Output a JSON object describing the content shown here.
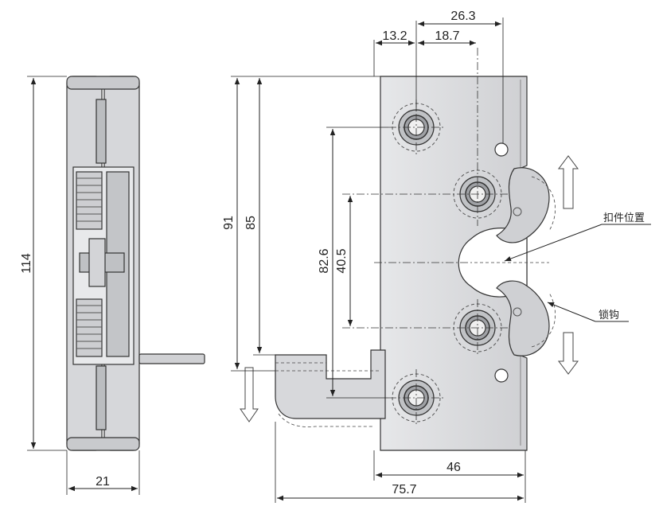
{
  "side_view": {
    "height_label": "114",
    "width_label": "21"
  },
  "front_view": {
    "top_dims": {
      "overall_offset": "26.3",
      "left_offset": "13.2",
      "middle_offset": "18.7"
    },
    "left_dims": {
      "height_91": "91",
      "height_85": "85",
      "height_82_6": "82.6",
      "height_40_5": "40.5"
    },
    "bottom_dims": {
      "plate_width": "46",
      "overall_width": "75.7"
    },
    "callouts": {
      "striker_position": "扣件位置",
      "hook": "锁钩"
    }
  },
  "colors": {
    "part_fill": "#d9dadc",
    "part_shade": "#b8babd",
    "line": "#222222"
  }
}
